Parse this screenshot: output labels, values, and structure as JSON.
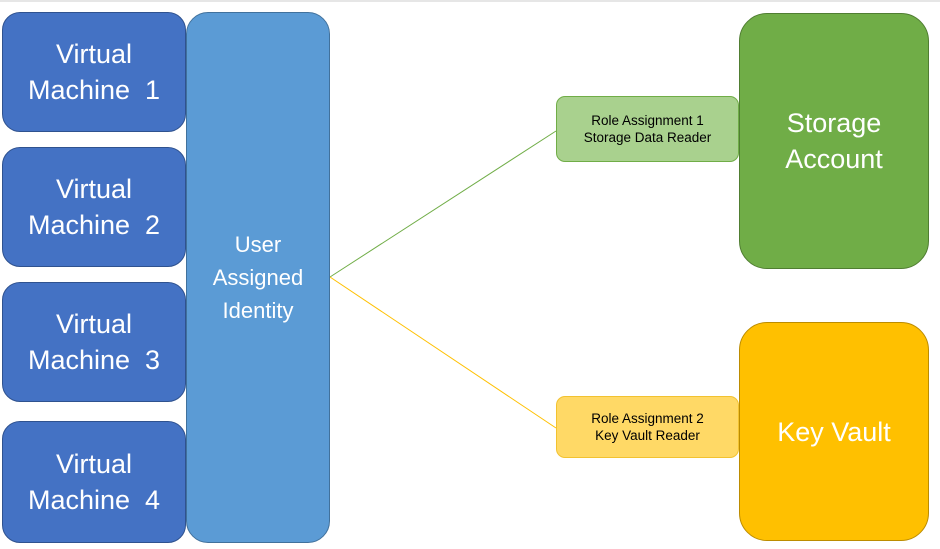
{
  "virtual_machines": [
    {
      "line1": "Virtual",
      "line2": "Machine  1"
    },
    {
      "line1": "Virtual",
      "line2": "Machine  2"
    },
    {
      "line1": "Virtual",
      "line2": "Machine  3"
    },
    {
      "line1": "Virtual",
      "line2": "Machine  4"
    }
  ],
  "identity": {
    "line1": "User",
    "line2": "Assigned",
    "line3": "Identity"
  },
  "role_assignments": [
    {
      "line1": "Role Assignment 1",
      "line2": "Storage Data Reader"
    },
    {
      "line1": "Role Assignment 2",
      "line2": "Key Vault Reader"
    }
  ],
  "resources": {
    "storage": {
      "line1": "Storage",
      "line2": "Account"
    },
    "key_vault": {
      "label": "Key Vault"
    }
  },
  "colors": {
    "vm_fill": "#4472c4",
    "identity_fill": "#5b9bd5",
    "storage_fill": "#70ad47",
    "storage_role_fill": "#a9d18e",
    "key_vault_fill": "#ffc000",
    "key_vault_role_fill": "#ffd966"
  }
}
